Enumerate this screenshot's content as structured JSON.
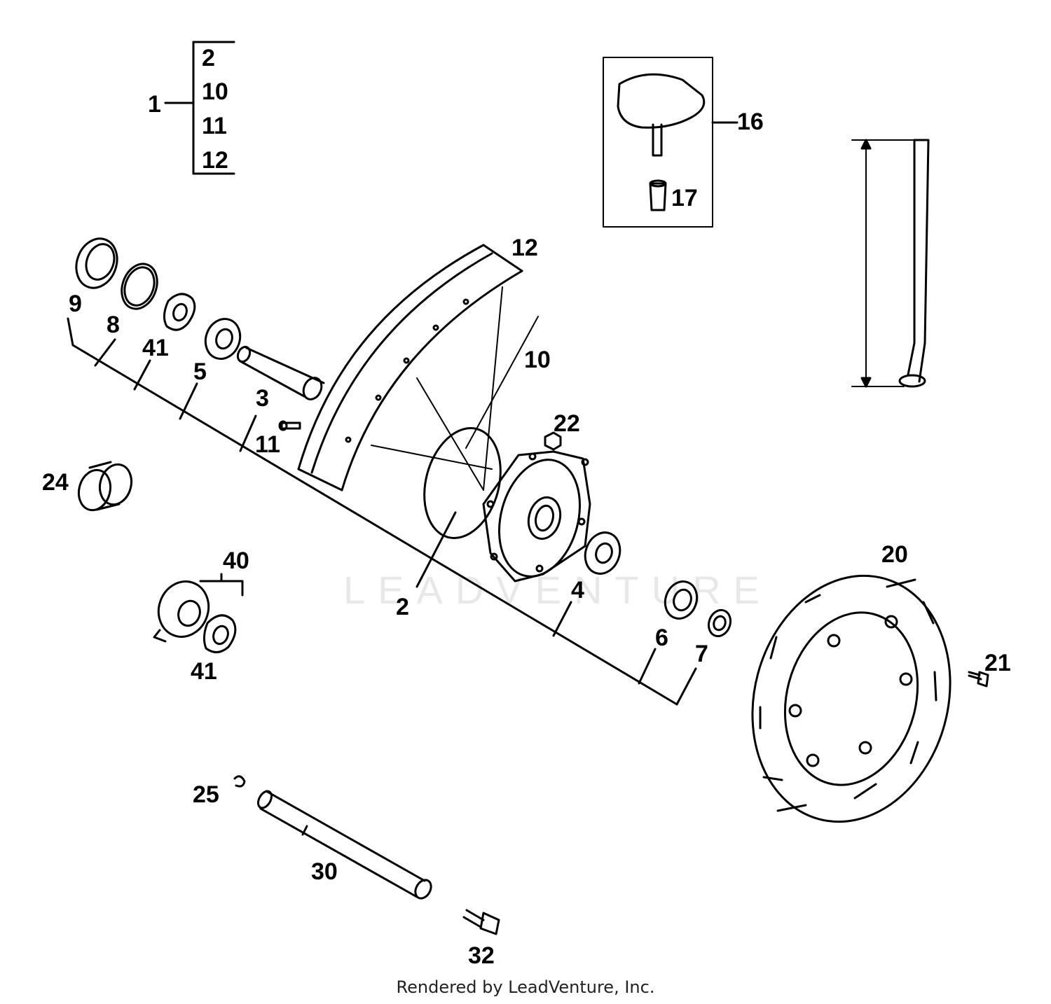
{
  "watermark": "LEADVENTURE",
  "footer": {
    "credit": "Rendered by LeadVenture, Inc."
  },
  "assembly_group": {
    "parent": "1",
    "members": [
      "2",
      "10",
      "11",
      "12"
    ]
  },
  "callouts": {
    "c2_hub": "2",
    "c3": "3",
    "c4": "4",
    "c5": "5",
    "c6": "6",
    "c7": "7",
    "c8": "8",
    "c9": "9",
    "c10": "10",
    "c11": "11",
    "c12": "12",
    "c16": "16",
    "c17": "17",
    "c20": "20",
    "c21": "21",
    "c22": "22",
    "c24": "24",
    "c25": "25",
    "c30": "30",
    "c32": "32",
    "c40": "40",
    "c41_upper": "41",
    "c41_lower": "41"
  },
  "colors": {
    "line": "#000000",
    "background": "#ffffff",
    "watermark": "#e8e8e8"
  }
}
